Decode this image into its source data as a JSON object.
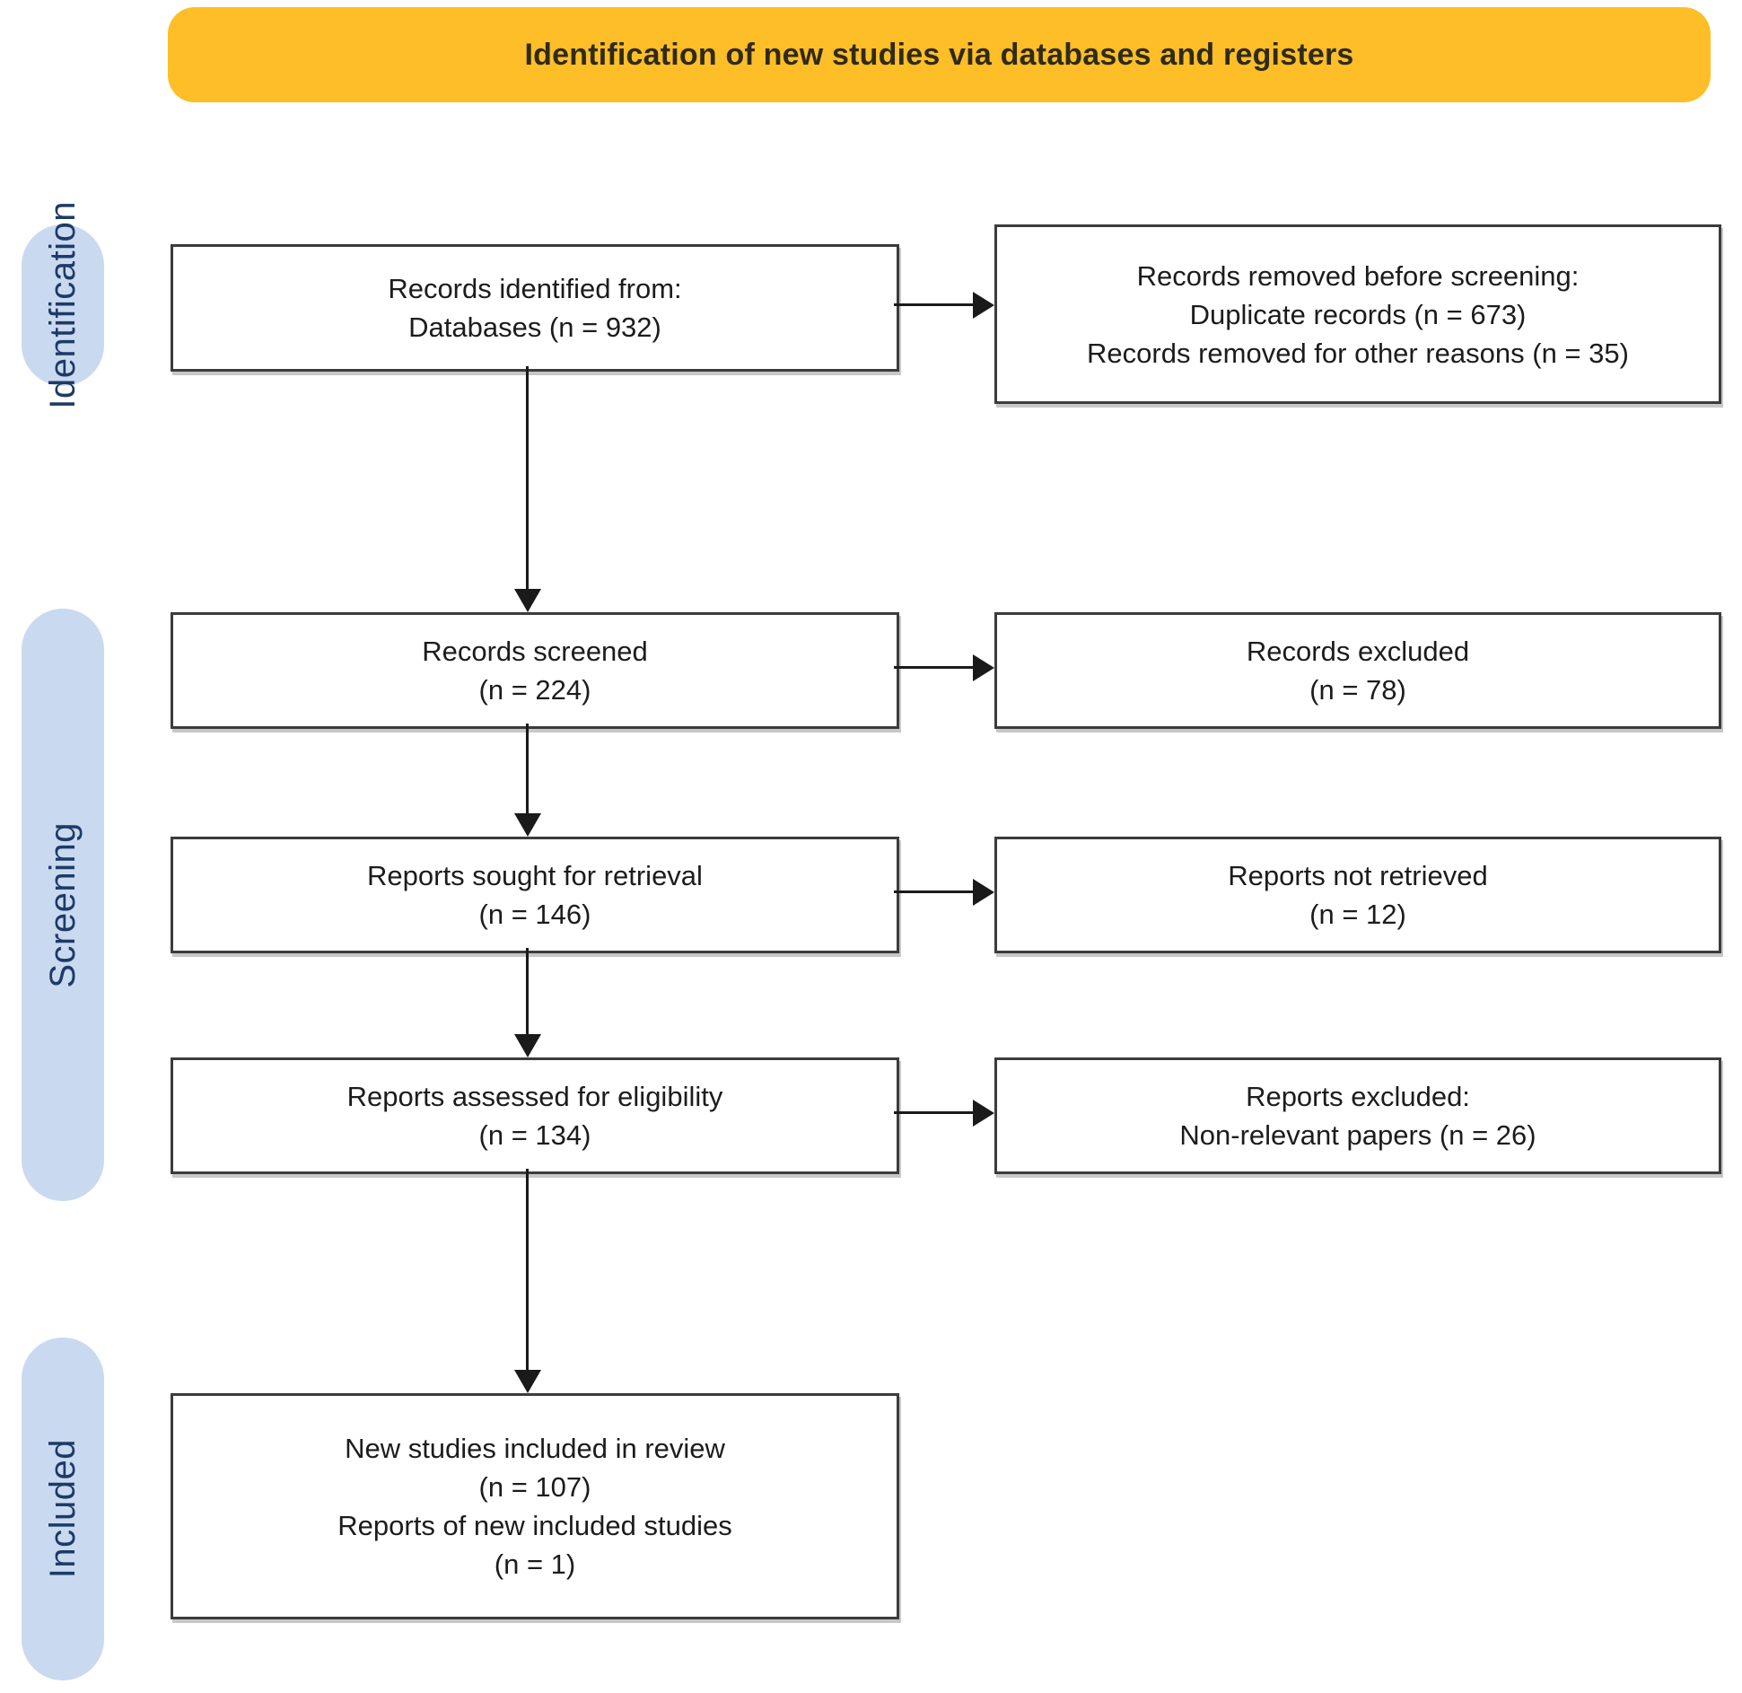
{
  "header": {
    "title": "Identification of new studies via databases and registers"
  },
  "colors": {
    "banner_bg": "#FDBE27",
    "pill_bg": "#C9D9F0",
    "pill_text": "#1E3A66",
    "box_border": "#3C3C3C",
    "box_text": "#1C1C1C",
    "arrow": "#1A1A1A"
  },
  "sidebar": {
    "labels": [
      {
        "id": "identification",
        "label": "Identification"
      },
      {
        "id": "screening",
        "label": "Screening"
      },
      {
        "id": "included",
        "label": "Included"
      }
    ]
  },
  "boxes": {
    "records_identified": {
      "lines": [
        "Records identified from:",
        "Databases (n = 932)"
      ]
    },
    "records_removed": {
      "lines": [
        "Records removed before screening:",
        "Duplicate records (n = 673)",
        "Records removed for other reasons (n = 35)"
      ]
    },
    "records_screened": {
      "lines": [
        "Records screened",
        "(n = 224)"
      ]
    },
    "records_excluded": {
      "lines": [
        "Records excluded",
        "(n = 78)"
      ]
    },
    "reports_sought": {
      "lines": [
        "Reports sought for retrieval",
        "(n = 146)"
      ]
    },
    "reports_not_retrieved": {
      "lines": [
        "Reports not retrieved",
        "(n = 12)"
      ]
    },
    "reports_assessed": {
      "lines": [
        "Reports assessed for eligibility",
        "(n = 134)"
      ]
    },
    "reports_excluded": {
      "lines": [
        "Reports excluded:",
        "Non-relevant papers (n = 26)"
      ]
    },
    "new_studies_included": {
      "lines": [
        "New studies included in review",
        "(n = 107)",
        "Reports of new included studies",
        "(n = 1)"
      ]
    }
  }
}
